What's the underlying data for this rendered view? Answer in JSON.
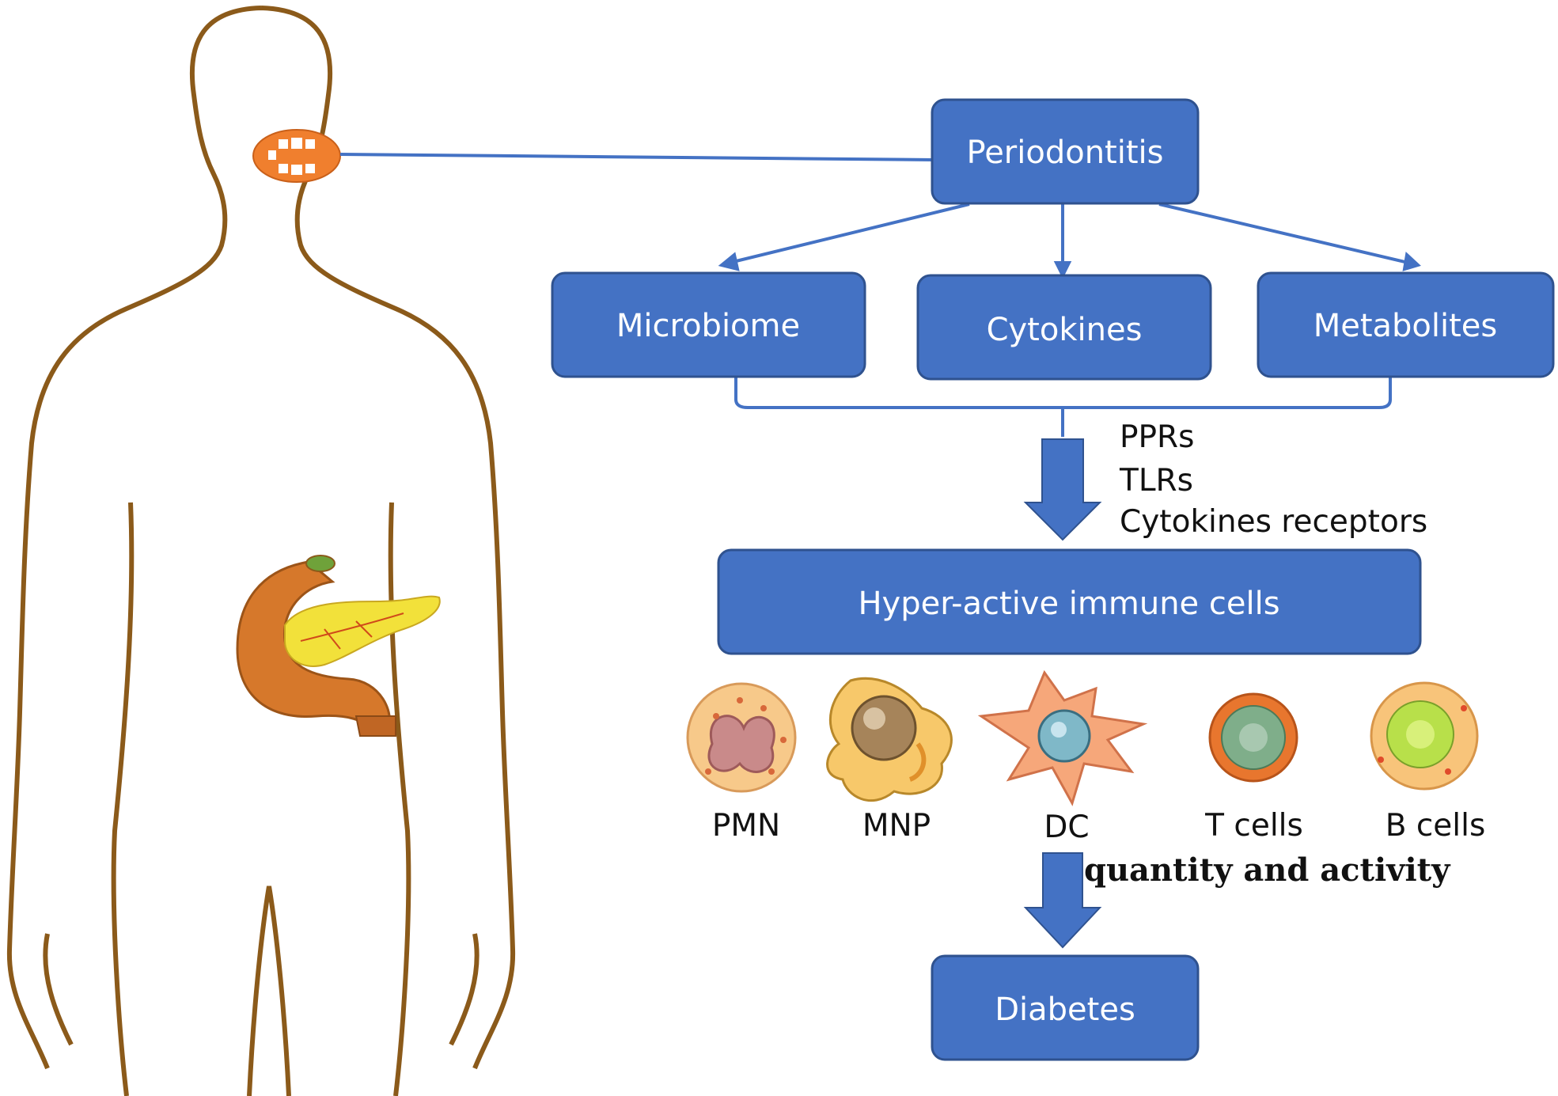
{
  "colors": {
    "box_fill": "#4472c4",
    "box_stroke": "#2f528f",
    "arrow": "#4472c4",
    "body_outline": "#8b5a1a",
    "mouth": "#f07f2e",
    "pancreas": "#f2e13a",
    "duodenum": "#d6782b"
  },
  "boxes": {
    "periodontitis": "Periodontitis",
    "microbiome": "Microbiome",
    "cytokines": "Cytokines",
    "metabolites": "Metabolites",
    "immune": "Hyper-active immune cells",
    "diabetes": "Diabetes"
  },
  "receptors": [
    "PPRs",
    "TLRs",
    "Cytokines receptors"
  ],
  "cells": [
    "PMN",
    "MNP",
    "DC",
    "T cells",
    "B cells"
  ],
  "quantity_label": "quantity and activity",
  "icons": [
    "human-body-icon",
    "mouth-icon",
    "pancreas-icon",
    "pmn-cell-icon",
    "mnp-cell-icon",
    "dc-cell-icon",
    "t-cell-icon",
    "b-cell-icon"
  ]
}
